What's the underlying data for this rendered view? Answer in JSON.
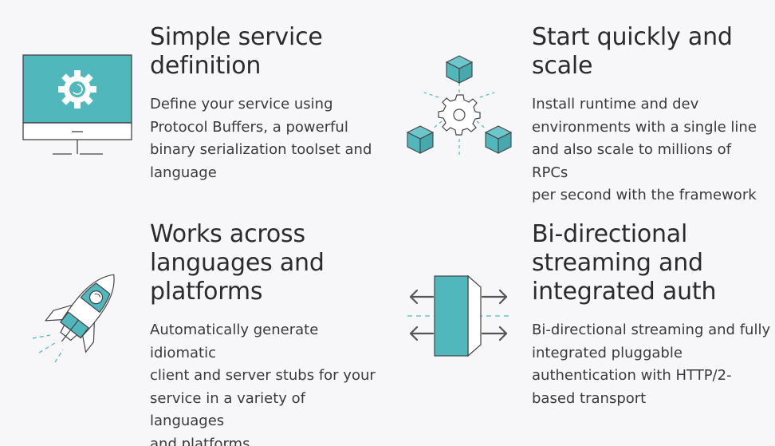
{
  "colors": {
    "accent": "#50b8bd",
    "stroke": "#555555",
    "background": "#f7f7f9"
  },
  "features": [
    {
      "icon": "monitor-gear-icon",
      "title": "Simple service\ndefinition",
      "description": "Define your service using\nProtocol Buffers, a powerful\nbinary serialization toolset and\nlanguage"
    },
    {
      "icon": "cubes-gear-icon",
      "title": "Start quickly and\nscale",
      "description": "Install runtime and dev\nenvironments with a single line\nand also scale to millions of RPCs\nper second with the framework"
    },
    {
      "icon": "rocket-icon",
      "title": "Works across\nlanguages and\nplatforms",
      "description": "Automatically generate idiomatic\nclient and server stubs for your\nservice in a variety of languages\nand platforms"
    },
    {
      "icon": "bidirectional-arrows-icon",
      "title": "Bi-directional\nstreaming and\nintegrated auth",
      "description": "Bi-directional streaming and fully\nintegrated pluggable\nauthentication with HTTP/2-\nbased transport"
    }
  ]
}
